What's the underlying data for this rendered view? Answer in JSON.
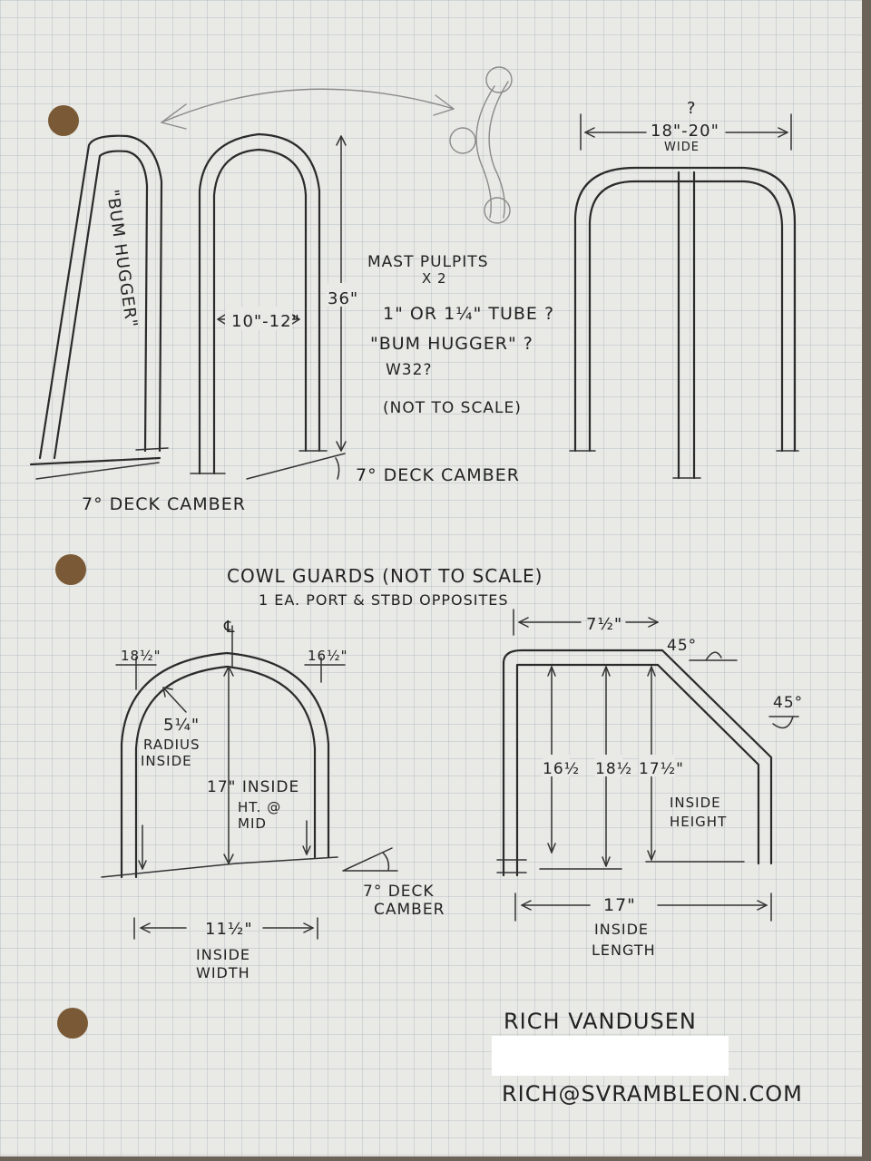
{
  "notes": {
    "title": "MAST PULPITS",
    "qty": "X 2",
    "tube": "1\" OR 1¼\" TUBE ?",
    "bum": "\"BUM HUGGER\" ?",
    "w32": "W32?",
    "scale": "(NOT TO SCALE)"
  },
  "pulpit": {
    "bum_label": "\"BUM HUGGER\"",
    "width_dim": "10\"-12\"",
    "height_dim": "36\"",
    "camber_left": "7° DECK CAMBER",
    "camber_right": "7° DECK CAMBER",
    "front_question": "?",
    "front_width": "18\"-20\"",
    "front_wide": "WIDE"
  },
  "cowl": {
    "title": "COWL GUARDS (NOT TO SCALE)",
    "subtitle": "1 EA. PORT & STBD OPPOSITES",
    "centerline": "℄",
    "left_end": "18½\"",
    "right_end": "16½\"",
    "radius_value": "5¼\"",
    "radius_label1": "RADIUS",
    "radius_label2": "INSIDE",
    "mid_height1": "17\" INSIDE",
    "mid_height2": "HT. @",
    "mid_height3": "MID",
    "camber1": "7° DECK",
    "camber2": "CAMBER",
    "width_value": "11½\"",
    "width_label1": "INSIDE",
    "width_label2": "WIDTH",
    "top_length": "7½\"",
    "angle_top": "45°",
    "angle_side": "45°",
    "h1": "16½",
    "h2": "18½",
    "h3": "17½\"",
    "height_label1": "INSIDE",
    "height_label2": "HEIGHT",
    "length_value": "17\"",
    "length_label1": "INSIDE",
    "length_label2": "LENGTH"
  },
  "signature": {
    "name": "RICH VANDUSEN",
    "email": "RICH@SVRAMBLEON.COM"
  }
}
